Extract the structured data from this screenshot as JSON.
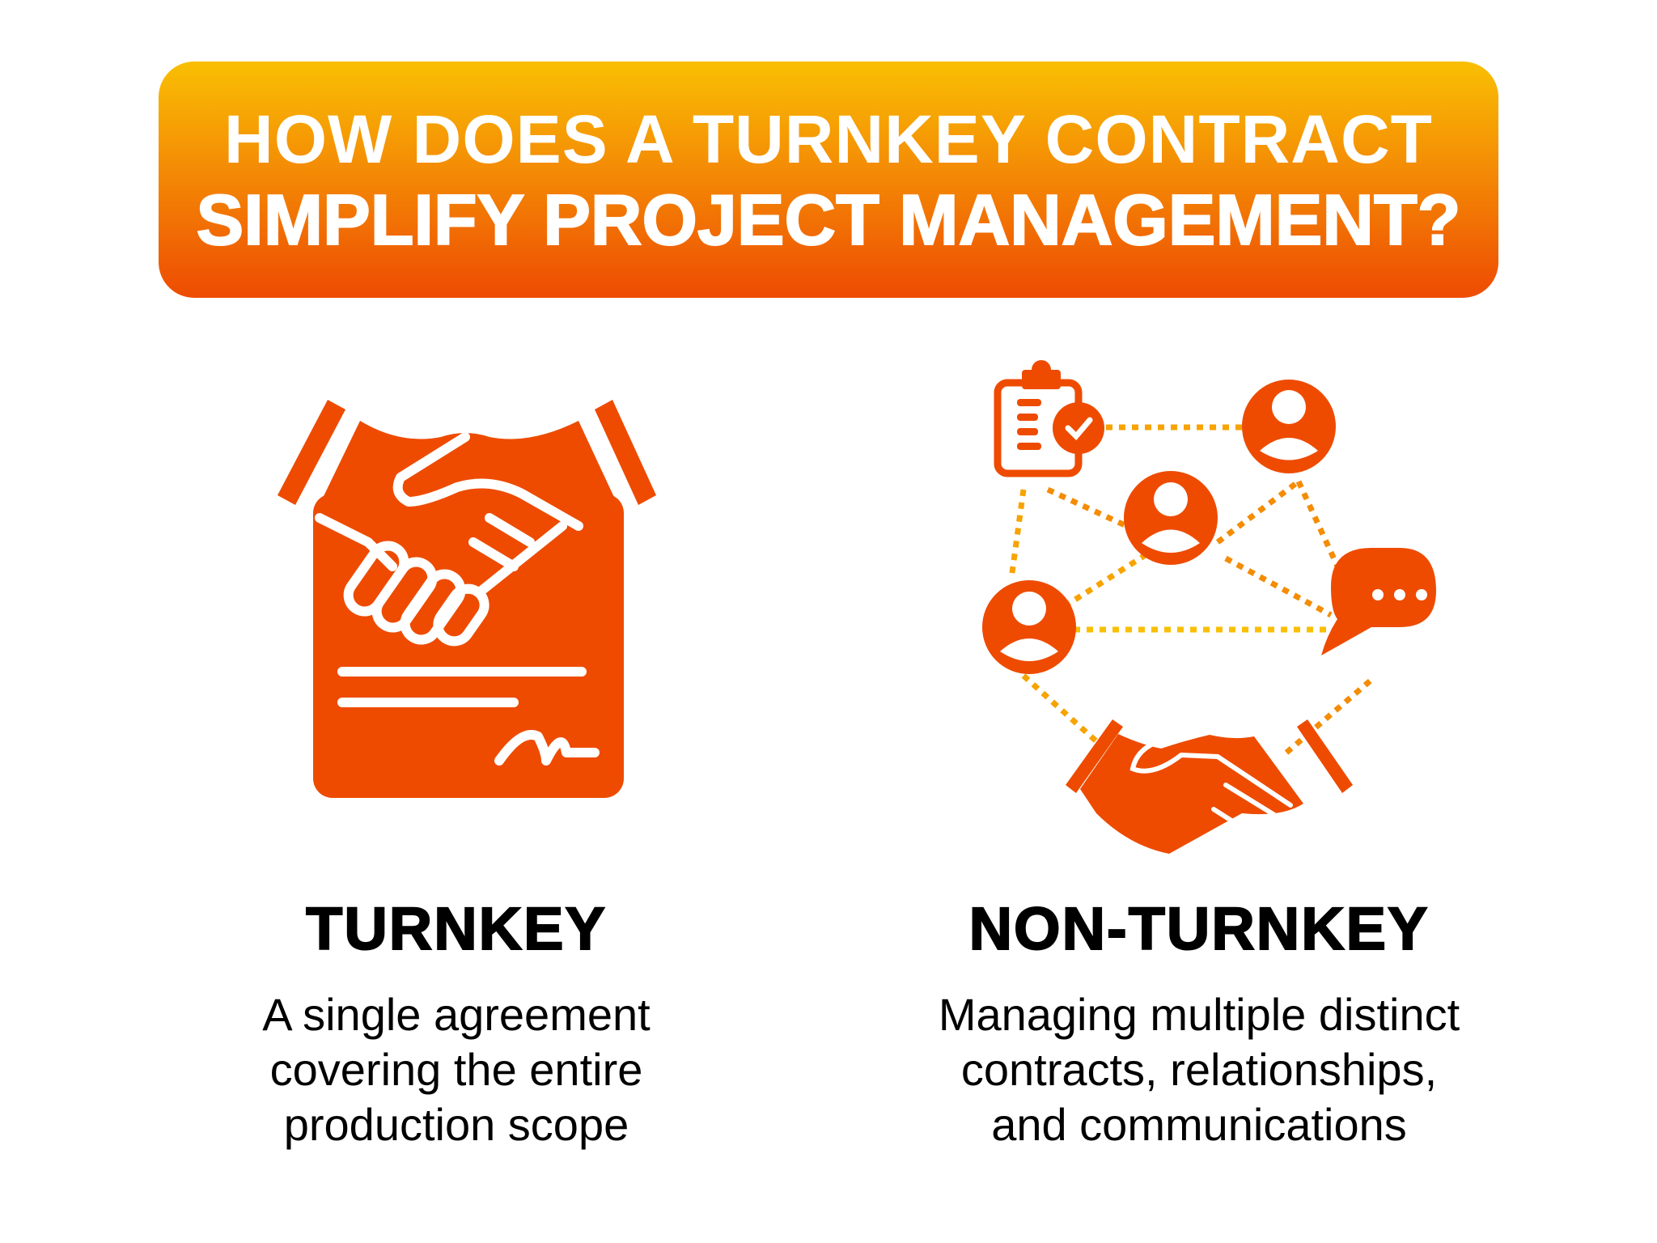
{
  "banner": {
    "line1": "HOW DOES A TURNKEY CONTRACT",
    "line2": "SIMPLIFY PROJECT MANAGEMENT?"
  },
  "colors": {
    "accent": "#EE4B00",
    "gradient_top": "#F9BF03",
    "gradient_bottom": "#EE4B02",
    "dots_light": "#F9BF03"
  },
  "turnkey": {
    "icon": "signed-contract-handshake-icon",
    "heading": "TURNKEY",
    "description": [
      "A single agreement",
      "covering the entire",
      "production scope"
    ]
  },
  "non_turnkey": {
    "icon": "network-of-contracts-icon",
    "heading": "NON-TURNKEY",
    "description": [
      "Managing multiple distinct",
      "contracts, relationships,",
      "and communications"
    ]
  }
}
